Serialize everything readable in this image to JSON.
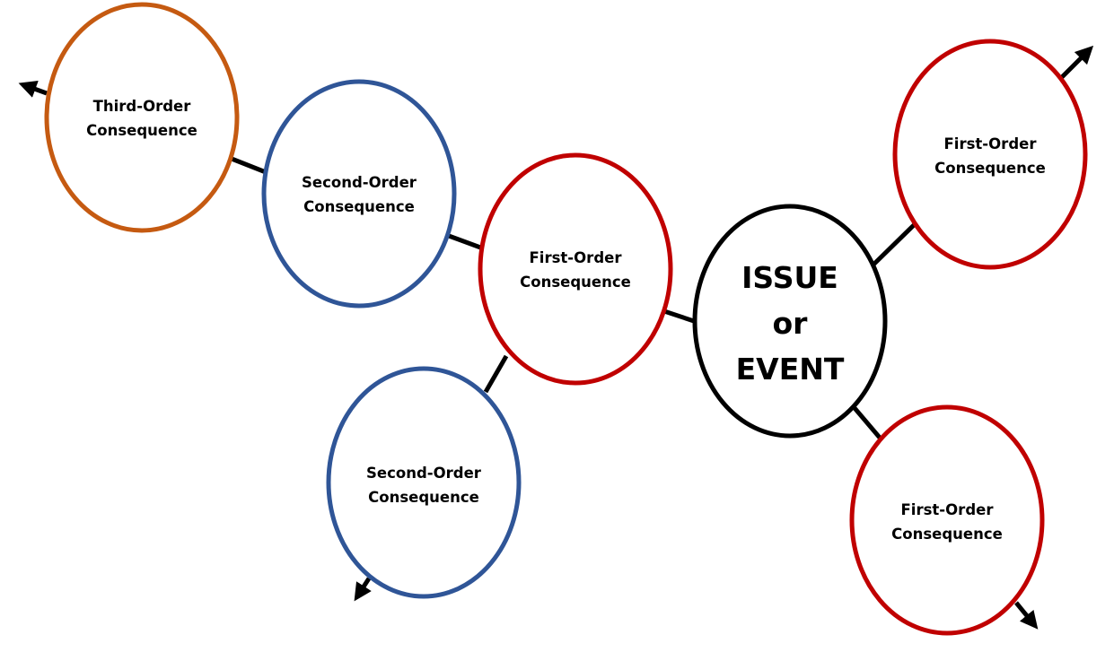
{
  "colors": {
    "third_order": "#C55A11",
    "second_order": "#2F5597",
    "first_order": "#C00000",
    "issue": "#000000",
    "connector": "#000000"
  },
  "nodes": {
    "third_order": {
      "line1": "Third-Order",
      "line2": "Consequence"
    },
    "second_order_top": {
      "line1": "Second-Order",
      "line2": "Consequence"
    },
    "first_order_center": {
      "line1": "First-Order",
      "line2": "Consequence"
    },
    "second_order_bottom": {
      "line1": "Second-Order",
      "line2": "Consequence"
    },
    "issue": {
      "line1": "ISSUE",
      "line2": "or",
      "line3": "EVENT"
    },
    "first_order_top_right": {
      "line1": "First-Order",
      "line2": "Consequence"
    },
    "first_order_bottom_right": {
      "line1": "First-Order",
      "line2": "Consequence"
    }
  }
}
